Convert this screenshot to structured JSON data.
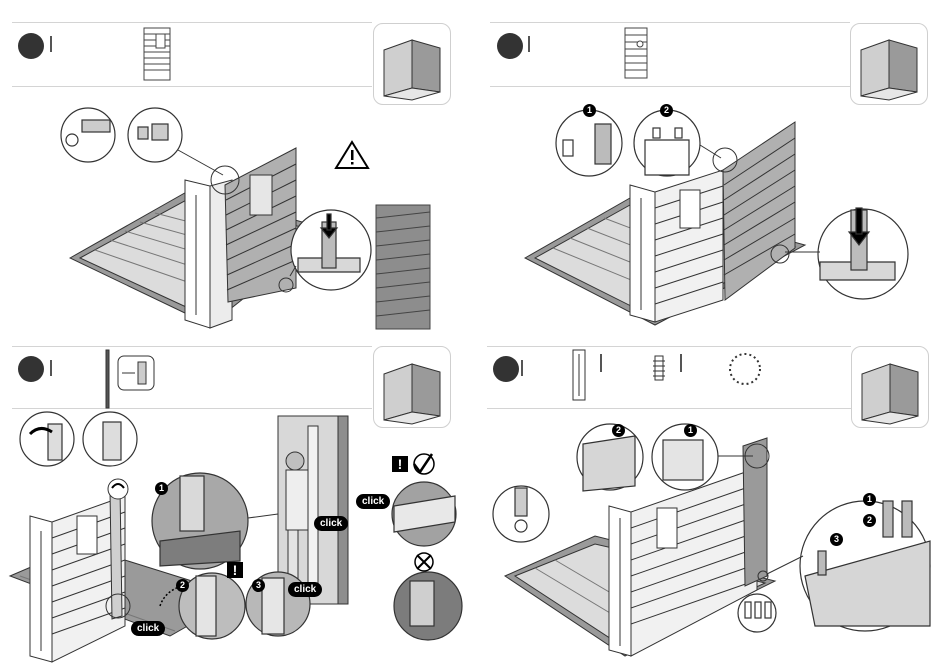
{
  "panels": [
    {
      "id": "top-left",
      "callouts": [],
      "warning_symbol": "warning-triangle-icon"
    },
    {
      "id": "top-right",
      "callouts": [
        "1",
        "2"
      ]
    },
    {
      "id": "bottom-left",
      "callouts": [
        "1",
        "2",
        "3"
      ],
      "click_labels": [
        "click",
        "click",
        "click",
        "click"
      ]
    },
    {
      "id": "bottom-right",
      "callouts": [
        "2",
        "1",
        "1",
        "2",
        "3"
      ]
    }
  ],
  "badges": {
    "tr_1": "1",
    "tr_2": "2",
    "bl_1": "1",
    "bl_2": "2",
    "bl_3": "3",
    "bl_click_a": "click",
    "bl_click_b": "click",
    "bl_click_c": "click",
    "bl_click_d": "click",
    "bl_alert_a": "!",
    "bl_alert_b": "!",
    "br_2a": "2",
    "br_1a": "1",
    "br_1b": "1",
    "br_2b": "2",
    "br_3": "3"
  },
  "colors": {
    "ink": "#222222",
    "wall": "#8a8a8a",
    "wall_light": "#e8e8e8",
    "photo": "#b5b5b5",
    "step_dot": "#333333"
  }
}
